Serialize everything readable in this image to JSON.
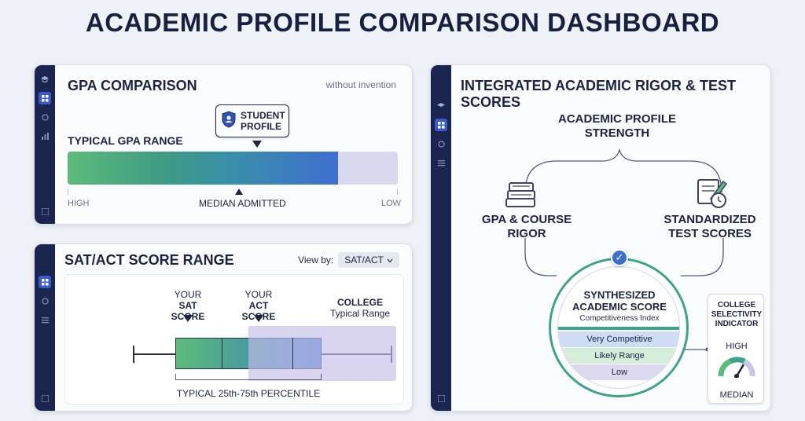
{
  "page_title": "ACADEMIC PROFILE COMPARISON DASHBOARD",
  "gpa": {
    "title": "GPA COMPARISON",
    "note": "without invention",
    "callout_line1": "STUDENT",
    "callout_line2": "PROFILE",
    "range_label": "TYPICAL GPA RANGE",
    "axis_high": "HIGH",
    "axis_low": "LOW",
    "median_label": "MEDIAN ADMITTED",
    "fill_fraction": 0.82,
    "colors": {
      "fill_start": "#5dbb7a",
      "fill_end": "#3e6fd0",
      "track": "#d9d8ec"
    }
  },
  "sat": {
    "title": "SAT/ACT SCORE RANGE",
    "view_by_label": "View by:",
    "view_by_value": "SAT/ACT",
    "your_sat_line1": "YOUR",
    "your_sat_bold": "SAT",
    "your_sat_line2": "SCORE",
    "your_act_line1": "YOUR",
    "your_act_bold": "ACT",
    "your_act_line2": "SCORE",
    "college_line1": "COLLEGE",
    "college_line2": "Typical Range",
    "percentile_label": "TYPICAL 25th-75th PERCENTILE"
  },
  "rigor": {
    "title": "INTEGRATED ACADEMIC RIGOR & TEST SCORES",
    "strength_line1": "ACADEMIC PROFILE",
    "strength_line2": "STRENGTH",
    "left_line1": "GPA & COURSE",
    "left_line2": "RIGOR",
    "right_line1": "STANDARDIZED",
    "right_line2": "TEST SCORES",
    "synth_line1": "SYNTHESIZED",
    "synth_line2": "ACADEMIC SCORE",
    "comp_index": "Competitiveness Index",
    "tiers": [
      "Very Competitive",
      "Likely Range",
      "Low"
    ],
    "selectivity_line1": "COLLEGE",
    "selectivity_line2": "SELECTIVITY",
    "selectivity_line3": "INDICATOR",
    "selectivity_high": "HIGH",
    "selectivity_median": "MEDIAN",
    "colors": {
      "ring": "#3da38a",
      "check": "#3a6fd0"
    }
  }
}
